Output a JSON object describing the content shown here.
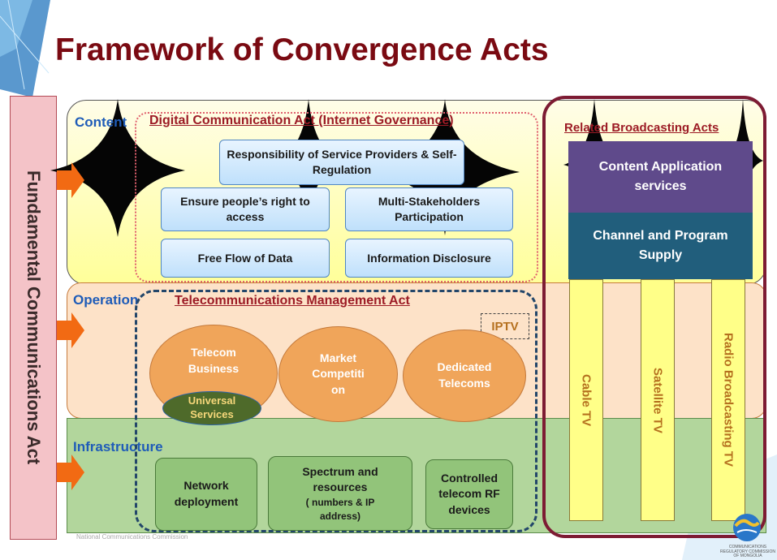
{
  "title": "Framework of Convergence Acts",
  "side_label": "Fundamental Communications Act",
  "layers": {
    "content": "Content",
    "operation": "Operation",
    "infrastructure": "Infrastructure"
  },
  "digital_act": {
    "title": "Digital Communication Act (Internet Governance)",
    "boxes": [
      "Responsibility of Service Providers & Self-Regulation",
      "Ensure people’s right to access",
      "Multi-Stakeholders Participation",
      "Free Flow of Data",
      "Information Disclosure"
    ]
  },
  "telecom_act": {
    "title": "Telecommunications Management Act",
    "iptv": "IPTV",
    "circles": [
      "Telecom Business",
      "Market Competiti on",
      "Dedicated Telecoms"
    ],
    "universal": "Universal Services"
  },
  "infrastructure_boxes": [
    "Network deployment",
    "Spectrum and resources",
    "( numbers & IP address)",
    "Controlled telecom RF devices"
  ],
  "broadcasting": {
    "title": "Related Broadcasting Acts",
    "content_app": "Content Application services",
    "channel": "Channel and Program Supply",
    "columns": [
      "Cable TV",
      "Satellite TV",
      "Radio Broadcasting TV"
    ]
  },
  "footer": {
    "left": "National Communications Commission",
    "right": "COMMUNICATIONS REGULATORY COMMISSION OF MONGOLIA"
  },
  "colors": {
    "title": "#7a0a12",
    "content_layer": "#ffffd6",
    "operation_layer": "#fde2c8",
    "infrastructure_layer": "#a9d18e",
    "content_app": "#5f4a8b",
    "channel": "#215e7c"
  }
}
